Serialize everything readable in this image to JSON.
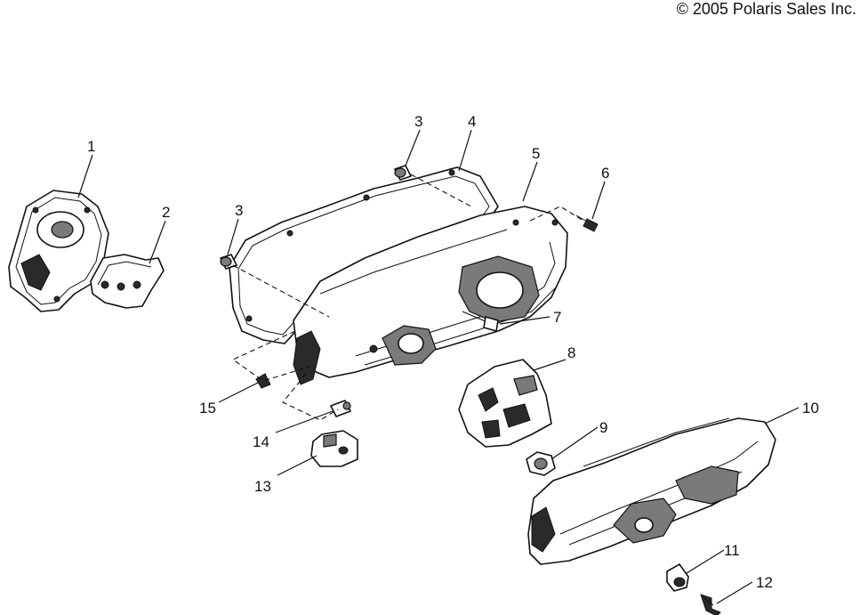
{
  "copyright": "© 2005 Polaris Sales Inc.",
  "callouts": [
    {
      "id": "c1",
      "label": "1"
    },
    {
      "id": "c2",
      "label": "2"
    },
    {
      "id": "c3a",
      "label": "3"
    },
    {
      "id": "c3b",
      "label": "3"
    },
    {
      "id": "c4",
      "label": "4"
    },
    {
      "id": "c5",
      "label": "5"
    },
    {
      "id": "c6",
      "label": "6"
    },
    {
      "id": "c7",
      "label": "7"
    },
    {
      "id": "c8",
      "label": "8"
    },
    {
      "id": "c9",
      "label": "9"
    },
    {
      "id": "c10",
      "label": "10"
    },
    {
      "id": "c11",
      "label": "11"
    },
    {
      "id": "c12",
      "label": "12"
    },
    {
      "id": "c13",
      "label": "13"
    },
    {
      "id": "c14",
      "label": "14"
    },
    {
      "id": "c15",
      "label": "15"
    }
  ]
}
